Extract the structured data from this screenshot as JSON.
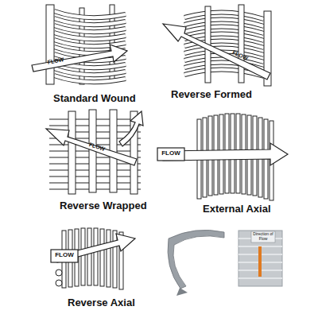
{
  "diagram": {
    "labels": [
      "FLOW",
      "Standard Wound",
      "FLOW",
      "Reverse Formed",
      "FLOW",
      "Reverse Wrapped",
      "FLOW",
      "External Axial",
      "FLOW",
      "Reverse Axial",
      "Direction of Flow"
    ]
  }
}
